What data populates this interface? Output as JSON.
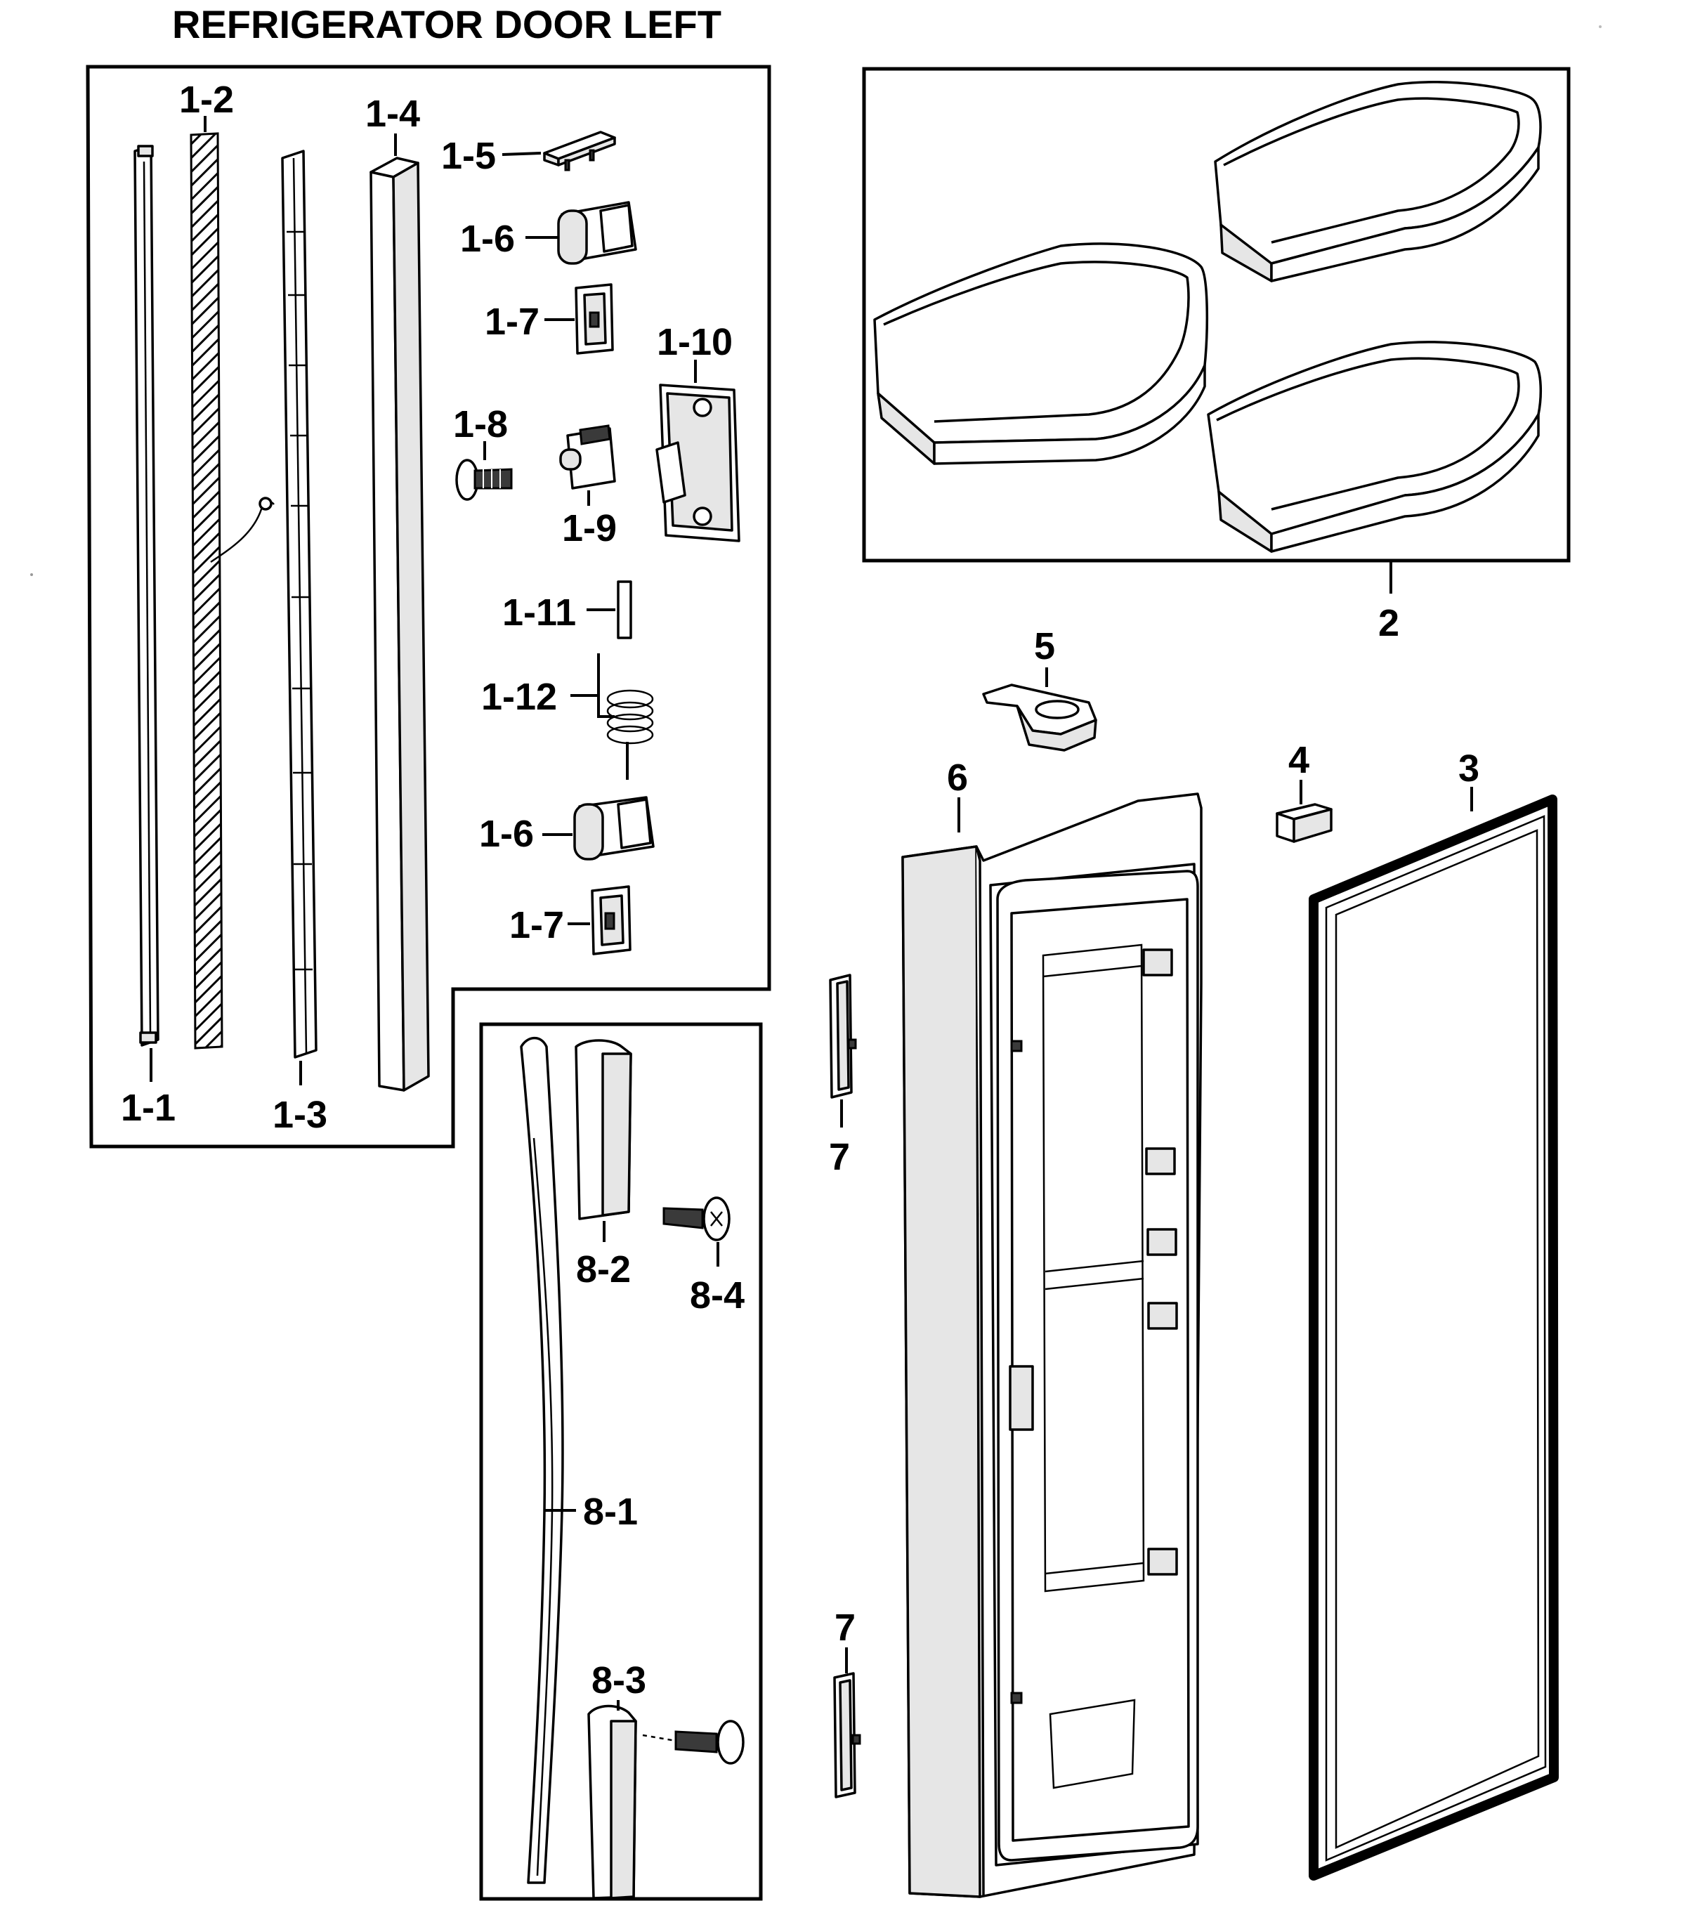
{
  "title": "REFRIGERATOR DOOR LEFT",
  "parts": {
    "p1_1": "1-1",
    "p1_2": "1-2",
    "p1_3": "1-3",
    "p1_4": "1-4",
    "p1_5": "1-5",
    "p1_6a": "1-6",
    "p1_7a": "1-7",
    "p1_8": "1-8",
    "p1_9": "1-9",
    "p1_10": "1-10",
    "p1_11": "1-11",
    "p1_12": "1-12",
    "p1_6b": "1-6",
    "p1_7b": "1-7",
    "p2": "2",
    "p3": "3",
    "p4": "4",
    "p5": "5",
    "p6": "6",
    "p7a": "7",
    "p7b": "7",
    "p8_1": "8-1",
    "p8_2": "8-2",
    "p8_3": "8-3",
    "p8_4": "8-4"
  }
}
